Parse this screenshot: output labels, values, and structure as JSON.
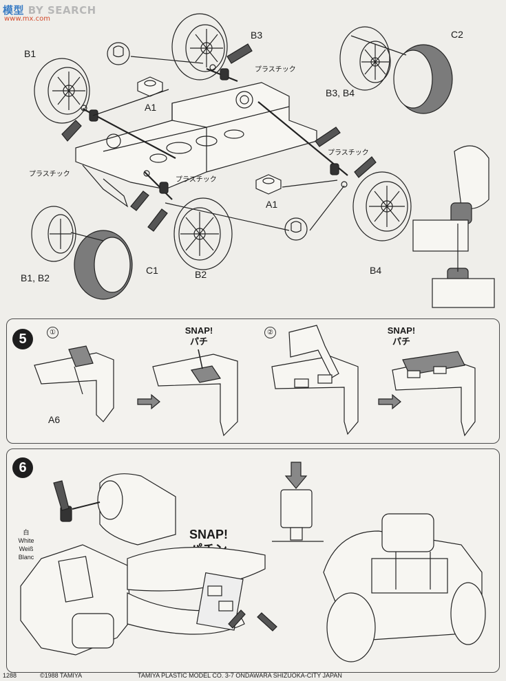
{
  "watermark": {
    "brand_part1": "模型",
    "brand_part2": "BY SEARCH",
    "url": "www.mx.com"
  },
  "step4": {
    "labels": {
      "b1": "B1",
      "b3_top": "B3",
      "c2": "C2",
      "b3b4": "B3, B4",
      "a1_top": "A1",
      "a1_bottom": "A1",
      "b1b2": "B1, B2",
      "c1": "C1",
      "b2": "B2",
      "b4": "B4"
    },
    "plastic_labels": [
      "プラスチック",
      "プラスチック",
      "プラスチック",
      "プラスチック"
    ]
  },
  "step5": {
    "number": "5",
    "sub1": "①",
    "sub2": "②",
    "part_label": "A6",
    "snap_text": "SNAP!",
    "snap_jp": "パチ"
  },
  "step6": {
    "number": "6",
    "pinion_color": {
      "jp": "白",
      "en": "White",
      "de": "Weiß",
      "fr": "Blanc"
    },
    "snap_text": "SNAP!",
    "snap_jp": "パチン"
  },
  "footer": {
    "page": "1288",
    "copyright": "©1988 TAMIYA",
    "company": "TAMIYA PLASTIC MODEL CO. 3-7 ONDAWARA SHIZUOKA-CITY JAPAN"
  }
}
